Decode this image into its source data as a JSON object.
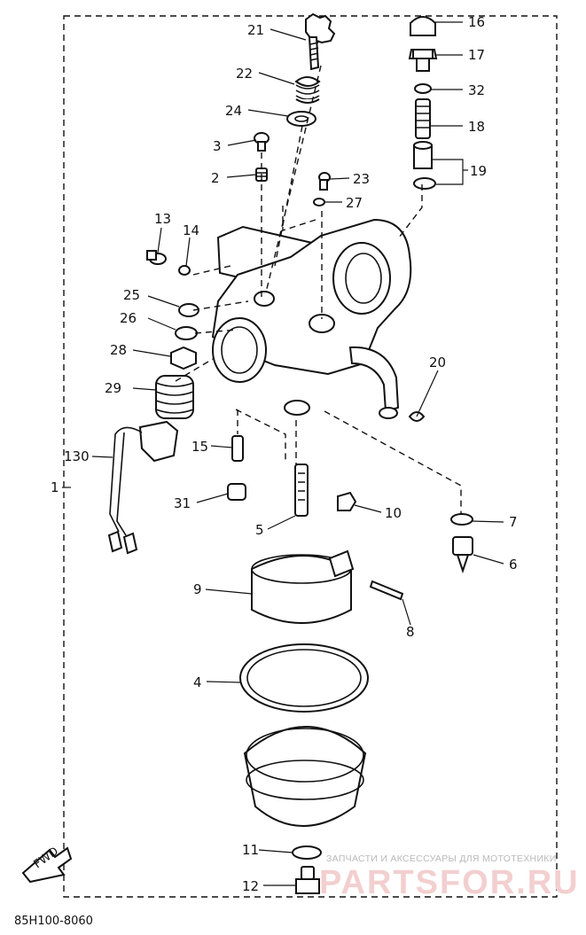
{
  "diagram": {
    "part_code": "85H100-8060",
    "fwd_label": "FWD",
    "watermark": {
      "tagline": "ЗАПЧАСТИ И АКСЕССУАРЫ ДЛЯ МОТОТЕХНИКИ",
      "brand": "PARTSFOR.RU"
    },
    "callouts": [
      {
        "id": "21",
        "text": "21"
      },
      {
        "id": "22",
        "text": "22"
      },
      {
        "id": "24",
        "text": "24"
      },
      {
        "id": "3",
        "text": "3"
      },
      {
        "id": "2",
        "text": "2"
      },
      {
        "id": "23",
        "text": "23"
      },
      {
        "id": "27",
        "text": "27"
      },
      {
        "id": "16",
        "text": "16"
      },
      {
        "id": "17",
        "text": "17"
      },
      {
        "id": "32",
        "text": "32"
      },
      {
        "id": "18",
        "text": "18"
      },
      {
        "id": "19",
        "text": "19"
      },
      {
        "id": "13",
        "text": "13"
      },
      {
        "id": "14",
        "text": "14"
      },
      {
        "id": "25",
        "text": "25"
      },
      {
        "id": "26",
        "text": "26"
      },
      {
        "id": "28",
        "text": "28"
      },
      {
        "id": "29",
        "text": "29"
      },
      {
        "id": "20",
        "text": "20"
      },
      {
        "id": "130",
        "text": "130"
      },
      {
        "id": "1",
        "text": "1"
      },
      {
        "id": "15",
        "text": "15"
      },
      {
        "id": "31",
        "text": "31"
      },
      {
        "id": "5",
        "text": "5"
      },
      {
        "id": "10",
        "text": "10"
      },
      {
        "id": "7",
        "text": "7"
      },
      {
        "id": "6",
        "text": "6"
      },
      {
        "id": "9",
        "text": "9"
      },
      {
        "id": "8",
        "text": "8"
      },
      {
        "id": "4",
        "text": "4"
      },
      {
        "id": "11",
        "text": "11"
      },
      {
        "id": "12",
        "text": "12"
      }
    ]
  }
}
